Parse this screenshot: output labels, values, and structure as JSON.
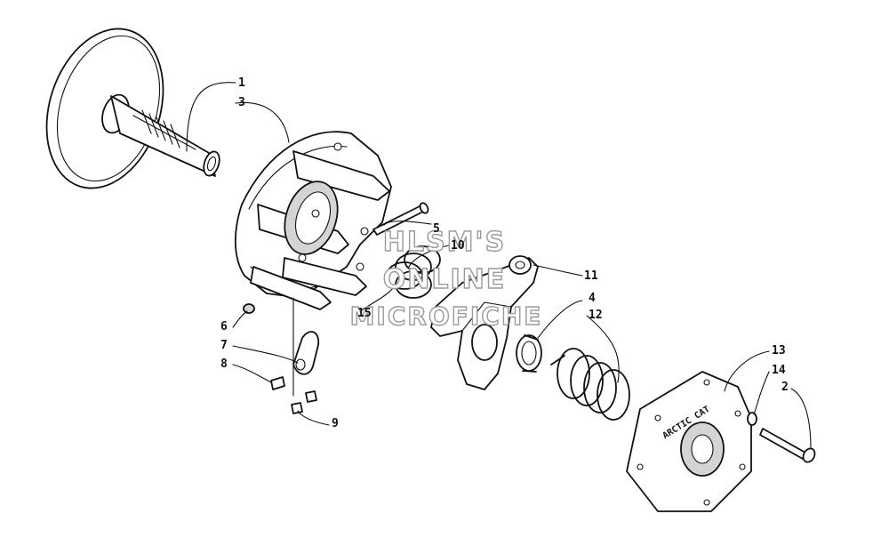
{
  "callouts": [
    {
      "id": "c1",
      "label": "1"
    },
    {
      "id": "c3",
      "label": "3"
    },
    {
      "id": "c5",
      "label": "5"
    },
    {
      "id": "c10",
      "label": "10"
    },
    {
      "id": "c11",
      "label": "11"
    },
    {
      "id": "c4",
      "label": "4"
    },
    {
      "id": "c15",
      "label": "15"
    },
    {
      "id": "c12",
      "label": "12"
    },
    {
      "id": "c6",
      "label": "6"
    },
    {
      "id": "c7",
      "label": "7"
    },
    {
      "id": "c8",
      "label": "8"
    },
    {
      "id": "c9",
      "label": "9"
    },
    {
      "id": "c13",
      "label": "13"
    },
    {
      "id": "c14",
      "label": "14"
    },
    {
      "id": "c2",
      "label": "2"
    }
  ],
  "watermark": {
    "line1": "HLSM'S",
    "line2": "ONLINE",
    "line3": "MICROFICHE"
  },
  "cover_text": "ARCTIC CAT"
}
